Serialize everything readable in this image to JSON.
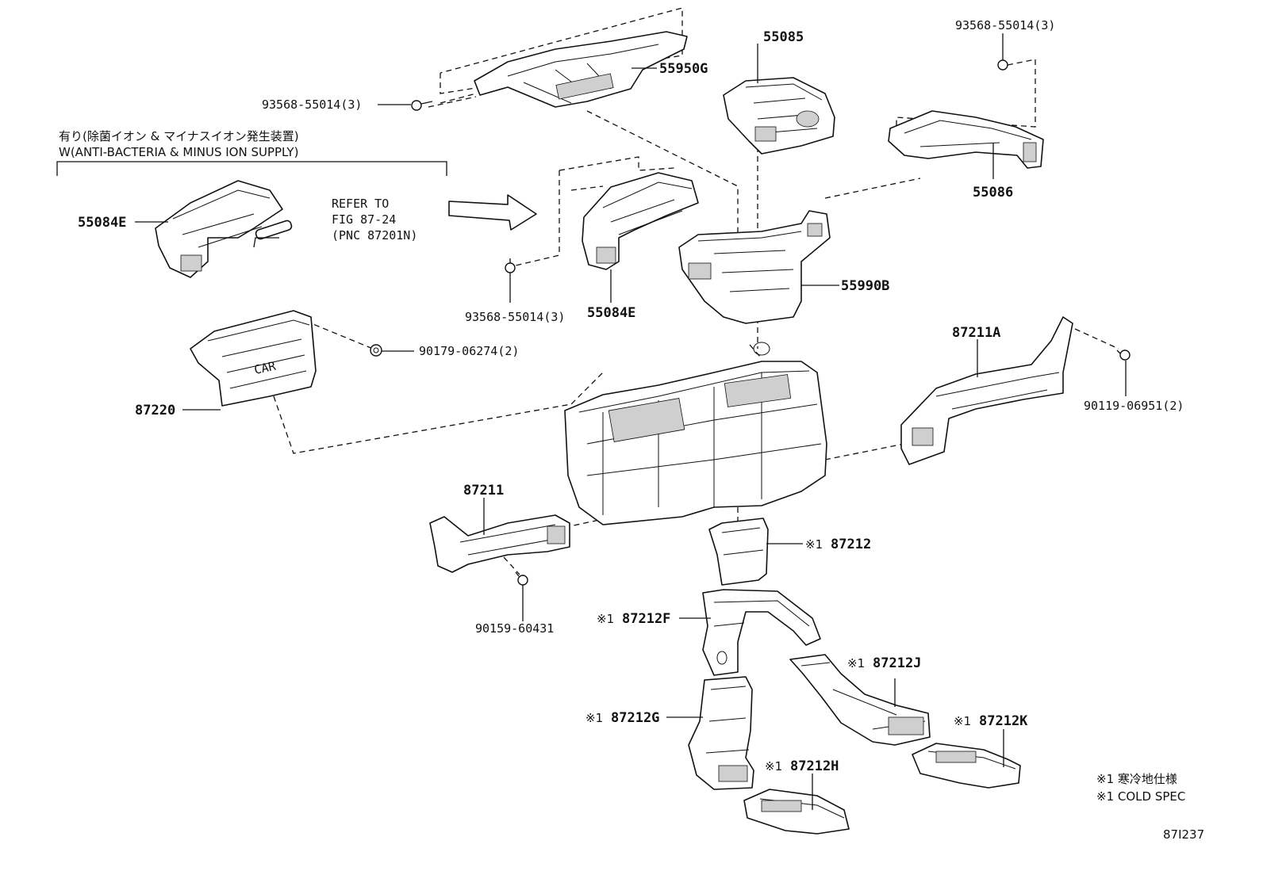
{
  "labels": {
    "p55950G": "55950G",
    "p55085": "55085",
    "p93568_top_right": "93568-55014(3)",
    "p93568_top_left": "93568-55014(3)",
    "p55086": "55086",
    "p55084E_left": "55084E",
    "p55084E_mid": "55084E",
    "p93568_mid": "93568-55014(3)",
    "p55990B": "55990B",
    "p90179": "90179-06274(2)",
    "p87220": "87220",
    "p87211A": "87211A",
    "p90119": "90119-06951(2)",
    "p87211": "87211",
    "p87212": "87212",
    "p90159": "90159-60431",
    "p87212F": "87212F",
    "p87212J": "87212J",
    "p87212G": "87212G",
    "p87212K": "87212K",
    "p87212H": "87212H"
  },
  "marks": {
    "cold_mark": "※1"
  },
  "option_note": {
    "jp": "有り(除菌イオン & マイナスイオン発生装置)",
    "en": "W(ANTI-BACTERIA & MINUS ION SUPPLY)"
  },
  "refer": {
    "line1": "REFER TO",
    "line2": "FIG 87-24",
    "line3": "(PNC 87201N)"
  },
  "legend": {
    "line1": "※1 寒冷地仕様",
    "line2": "※1 COLD SPEC"
  },
  "figure_id": "87I237",
  "part_stamp": "CAR"
}
